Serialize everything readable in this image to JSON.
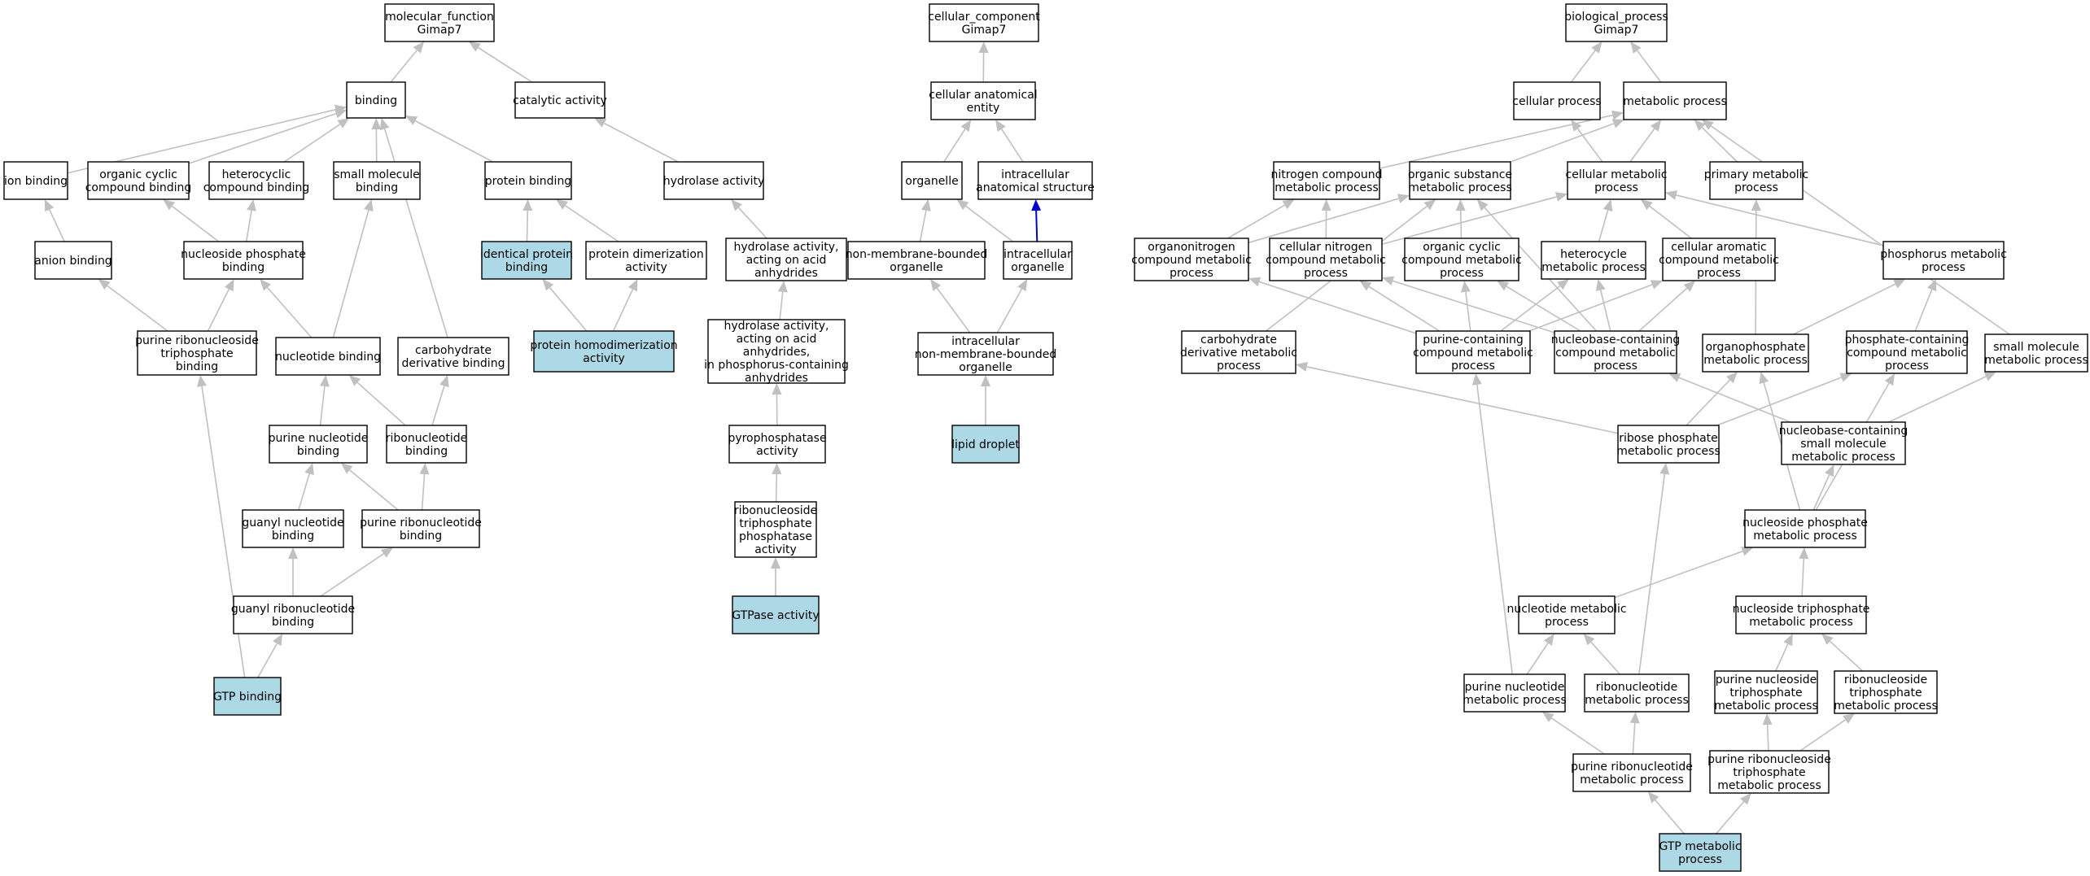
{
  "colors": {
    "highlight": "#add8e6",
    "normal": "#ffffff",
    "edge": "#c0c0c0",
    "special_edge": "#0000cc"
  },
  "nodes": [
    {
      "id": "mf",
      "lines": [
        "molecular_function",
        "Gimap7"
      ]
    },
    {
      "id": "binding",
      "lines": [
        "binding"
      ]
    },
    {
      "id": "cat",
      "lines": [
        "catalytic activity"
      ]
    },
    {
      "id": "ionb",
      "lines": [
        "ion binding"
      ]
    },
    {
      "id": "occb",
      "lines": [
        "organic cyclic",
        "compound binding"
      ]
    },
    {
      "id": "hccb",
      "lines": [
        "heterocyclic",
        "compound binding"
      ]
    },
    {
      "id": "smb",
      "lines": [
        "small molecule",
        "binding"
      ]
    },
    {
      "id": "protb",
      "lines": [
        "protein binding"
      ]
    },
    {
      "id": "hydact",
      "lines": [
        "hydrolase activity"
      ]
    },
    {
      "id": "anionb",
      "lines": [
        "anion binding"
      ]
    },
    {
      "id": "nspb",
      "lines": [
        "nucleoside phosphate",
        "binding"
      ]
    },
    {
      "id": "idprot",
      "lines": [
        "identical protein",
        "binding"
      ],
      "hl": true
    },
    {
      "id": "pdimer",
      "lines": [
        "protein dimerization",
        "activity"
      ]
    },
    {
      "id": "hydacid",
      "lines": [
        "hydrolase activity,",
        "acting on acid",
        "anhydrides"
      ]
    },
    {
      "id": "prntpb",
      "lines": [
        "purine ribonucleoside",
        "triphosphate",
        "binding"
      ]
    },
    {
      "id": "ntb",
      "lines": [
        "nucleotide binding"
      ]
    },
    {
      "id": "carbdb",
      "lines": [
        "carbohydrate",
        "derivative binding"
      ]
    },
    {
      "id": "phomo",
      "lines": [
        "protein homodimerization",
        "activity"
      ],
      "hl": true
    },
    {
      "id": "hydphos",
      "lines": [
        "hydrolase activity,",
        "acting on acid",
        "anhydrides,",
        "in phosphorus-containing",
        "anhydrides"
      ]
    },
    {
      "id": "pntb",
      "lines": [
        "purine nucleotide",
        "binding"
      ]
    },
    {
      "id": "rntb",
      "lines": [
        "ribonucleotide",
        "binding"
      ]
    },
    {
      "id": "pyro",
      "lines": [
        "pyrophosphatase",
        "activity"
      ]
    },
    {
      "id": "gntb",
      "lines": [
        "guanyl nucleotide",
        "binding"
      ]
    },
    {
      "id": "prntb",
      "lines": [
        "purine ribonucleotide",
        "binding"
      ]
    },
    {
      "id": "rntpase",
      "lines": [
        "ribonucleoside",
        "triphosphate",
        "phosphatase",
        "activity"
      ]
    },
    {
      "id": "grntb",
      "lines": [
        "guanyl ribonucleotide",
        "binding"
      ]
    },
    {
      "id": "gtpase",
      "lines": [
        "GTPase activity"
      ],
      "hl": true
    },
    {
      "id": "gtpb",
      "lines": [
        "GTP binding"
      ],
      "hl": true
    },
    {
      "id": "cc",
      "lines": [
        "cellular_component",
        "Gimap7"
      ]
    },
    {
      "id": "cae",
      "lines": [
        "cellular anatomical",
        "entity"
      ]
    },
    {
      "id": "org",
      "lines": [
        "organelle"
      ]
    },
    {
      "id": "ias",
      "lines": [
        "intracellular",
        "anatomical structure"
      ]
    },
    {
      "id": "nmbo",
      "lines": [
        "non-membrane-bounded",
        "organelle"
      ]
    },
    {
      "id": "io",
      "lines": [
        "intracellular",
        "organelle"
      ]
    },
    {
      "id": "inmbo",
      "lines": [
        "intracellular",
        "non-membrane-bounded",
        "organelle"
      ]
    },
    {
      "id": "lipid",
      "lines": [
        "lipid droplet"
      ],
      "hl": true
    },
    {
      "id": "bp",
      "lines": [
        "biological_process",
        "Gimap7"
      ]
    },
    {
      "id": "cellp",
      "lines": [
        "cellular process"
      ]
    },
    {
      "id": "metp",
      "lines": [
        "metabolic process"
      ]
    },
    {
      "id": "ncmp",
      "lines": [
        "nitrogen compound",
        "metabolic process"
      ]
    },
    {
      "id": "osmp",
      "lines": [
        "organic substance",
        "metabolic process"
      ]
    },
    {
      "id": "cmp",
      "lines": [
        "cellular metabolic",
        "process"
      ]
    },
    {
      "id": "pmp",
      "lines": [
        "primary metabolic",
        "process"
      ]
    },
    {
      "id": "oncmp",
      "lines": [
        "organonitrogen",
        "compound metabolic",
        "process"
      ]
    },
    {
      "id": "cncmp",
      "lines": [
        "cellular nitrogen",
        "compound metabolic",
        "process"
      ]
    },
    {
      "id": "occmp",
      "lines": [
        "organic cyclic",
        "compound metabolic",
        "process"
      ]
    },
    {
      "id": "hcmp",
      "lines": [
        "heterocycle",
        "metabolic process"
      ]
    },
    {
      "id": "cacmp",
      "lines": [
        "cellular aromatic",
        "compound metabolic",
        "process"
      ]
    },
    {
      "id": "phmp",
      "lines": [
        "phosphorus metabolic",
        "process"
      ]
    },
    {
      "id": "cdmp",
      "lines": [
        "carbohydrate",
        "derivative metabolic",
        "process"
      ]
    },
    {
      "id": "pccmp",
      "lines": [
        "purine-containing",
        "compound metabolic",
        "process"
      ]
    },
    {
      "id": "nbccmp",
      "lines": [
        "nucleobase-containing",
        "compound metabolic",
        "process"
      ]
    },
    {
      "id": "opmp",
      "lines": [
        "organophosphate",
        "metabolic process"
      ]
    },
    {
      "id": "phcmp",
      "lines": [
        "phosphate-containing",
        "compound metabolic",
        "process"
      ]
    },
    {
      "id": "smmp",
      "lines": [
        "small molecule",
        "metabolic process"
      ]
    },
    {
      "id": "rpmp",
      "lines": [
        "ribose phosphate",
        "metabolic process"
      ]
    },
    {
      "id": "nbsmmp",
      "lines": [
        "nucleobase-containing",
        "small molecule",
        "metabolic process"
      ]
    },
    {
      "id": "nspmp",
      "lines": [
        "nucleoside phosphate",
        "metabolic process"
      ]
    },
    {
      "id": "ntmp",
      "lines": [
        "nucleotide metabolic",
        "process"
      ]
    },
    {
      "id": "nstpmp",
      "lines": [
        "nucleoside triphosphate",
        "metabolic process"
      ]
    },
    {
      "id": "pntmp",
      "lines": [
        "purine nucleotide",
        "metabolic process"
      ]
    },
    {
      "id": "rntmp",
      "lines": [
        "ribonucleotide",
        "metabolic process"
      ]
    },
    {
      "id": "pnstpmp",
      "lines": [
        "purine nucleoside",
        "triphosphate",
        "metabolic process"
      ]
    },
    {
      "id": "rnstpmp",
      "lines": [
        "ribonucleoside",
        "triphosphate",
        "metabolic process"
      ]
    },
    {
      "id": "prntmp",
      "lines": [
        "purine ribonucleotide",
        "metabolic process"
      ]
    },
    {
      "id": "prnstpmp",
      "lines": [
        "purine ribonucleoside",
        "triphosphate",
        "metabolic process"
      ]
    },
    {
      "id": "gtpmp",
      "lines": [
        "GTP metabolic",
        "process"
      ],
      "hl": true
    }
  ],
  "edges": [
    [
      "binding",
      "mf"
    ],
    [
      "cat",
      "mf"
    ],
    [
      "ionb",
      "binding"
    ],
    [
      "occb",
      "binding"
    ],
    [
      "hccb",
      "binding"
    ],
    [
      "smb",
      "binding"
    ],
    [
      "protb",
      "binding"
    ],
    [
      "carbdb",
      "binding"
    ],
    [
      "hydact",
      "cat"
    ],
    [
      "anionb",
      "ionb"
    ],
    [
      "nspb",
      "occb"
    ],
    [
      "nspb",
      "hccb"
    ],
    [
      "idprot",
      "protb"
    ],
    [
      "pdimer",
      "protb"
    ],
    [
      "hydacid",
      "hydact"
    ],
    [
      "prntpb",
      "anionb"
    ],
    [
      "prntpb",
      "nspb"
    ],
    [
      "ntb",
      "nspb"
    ],
    [
      "ntb",
      "smb"
    ],
    [
      "phomo",
      "idprot"
    ],
    [
      "phomo",
      "pdimer"
    ],
    [
      "hydphos",
      "hydacid"
    ],
    [
      "pntb",
      "ntb"
    ],
    [
      "rntb",
      "ntb"
    ],
    [
      "rntb",
      "carbdb"
    ],
    [
      "pyro",
      "hydphos"
    ],
    [
      "gntb",
      "pntb"
    ],
    [
      "prntb",
      "pntb"
    ],
    [
      "prntb",
      "rntb"
    ],
    [
      "rntpase",
      "pyro"
    ],
    [
      "grntb",
      "gntb"
    ],
    [
      "grntb",
      "prntb"
    ],
    [
      "gtpase",
      "rntpase"
    ],
    [
      "gtpb",
      "grntb"
    ],
    [
      "gtpb",
      "prntpb"
    ],
    [
      "cae",
      "cc"
    ],
    [
      "org",
      "cae"
    ],
    [
      "ias",
      "cae"
    ],
    [
      "nmbo",
      "org"
    ],
    [
      "io",
      "org"
    ],
    [
      "inmbo",
      "nmbo"
    ],
    [
      "inmbo",
      "io"
    ],
    [
      "lipid",
      "inmbo"
    ],
    [
      "cellp",
      "bp"
    ],
    [
      "metp",
      "bp"
    ],
    [
      "ncmp",
      "metp"
    ],
    [
      "osmp",
      "metp"
    ],
    [
      "cmp",
      "metp"
    ],
    [
      "cmp",
      "cellp"
    ],
    [
      "pmp",
      "metp"
    ],
    [
      "smmp",
      "metp"
    ],
    [
      "oncmp",
      "ncmp"
    ],
    [
      "oncmp",
      "osmp"
    ],
    [
      "cncmp",
      "ncmp"
    ],
    [
      "cncmp",
      "cmp"
    ],
    [
      "occmp",
      "osmp"
    ],
    [
      "hcmp",
      "cmp"
    ],
    [
      "cacmp",
      "cmp"
    ],
    [
      "phmp",
      "cmp"
    ],
    [
      "cdmp",
      "osmp"
    ],
    [
      "pccmp",
      "oncmp"
    ],
    [
      "pccmp",
      "cncmp"
    ],
    [
      "pccmp",
      "occmp"
    ],
    [
      "pccmp",
      "hcmp"
    ],
    [
      "pccmp",
      "cacmp"
    ],
    [
      "nbccmp",
      "cncmp"
    ],
    [
      "nbccmp",
      "occmp"
    ],
    [
      "nbccmp",
      "hcmp"
    ],
    [
      "nbccmp",
      "cacmp"
    ],
    [
      "nbccmp",
      "osmp"
    ],
    [
      "opmp",
      "phmp"
    ],
    [
      "opmp",
      "pmp"
    ],
    [
      "phcmp",
      "phmp"
    ],
    [
      "rpmp",
      "cdmp"
    ],
    [
      "rpmp",
      "opmp"
    ],
    [
      "rpmp",
      "phcmp"
    ],
    [
      "nbsmmp",
      "nbccmp"
    ],
    [
      "nbsmmp",
      "smmp"
    ],
    [
      "nspmp",
      "nbsmmp"
    ],
    [
      "nspmp",
      "opmp"
    ],
    [
      "nspmp",
      "phcmp"
    ],
    [
      "ntmp",
      "nspmp"
    ],
    [
      "nstpmp",
      "nspmp"
    ],
    [
      "pntmp",
      "ntmp"
    ],
    [
      "pntmp",
      "pccmp"
    ],
    [
      "rntmp",
      "ntmp"
    ],
    [
      "rntmp",
      "rpmp"
    ],
    [
      "pnstpmp",
      "nstpmp"
    ],
    [
      "rnstpmp",
      "nstpmp"
    ],
    [
      "prntmp",
      "pntmp"
    ],
    [
      "prntmp",
      "rntmp"
    ],
    [
      "prnstpmp",
      "pnstpmp"
    ],
    [
      "prnstpmp",
      "rnstpmp"
    ],
    [
      "gtpmp",
      "prntmp"
    ],
    [
      "gtpmp",
      "prnstpmp"
    ]
  ],
  "special_edges": [
    [
      "io",
      "ias"
    ]
  ]
}
